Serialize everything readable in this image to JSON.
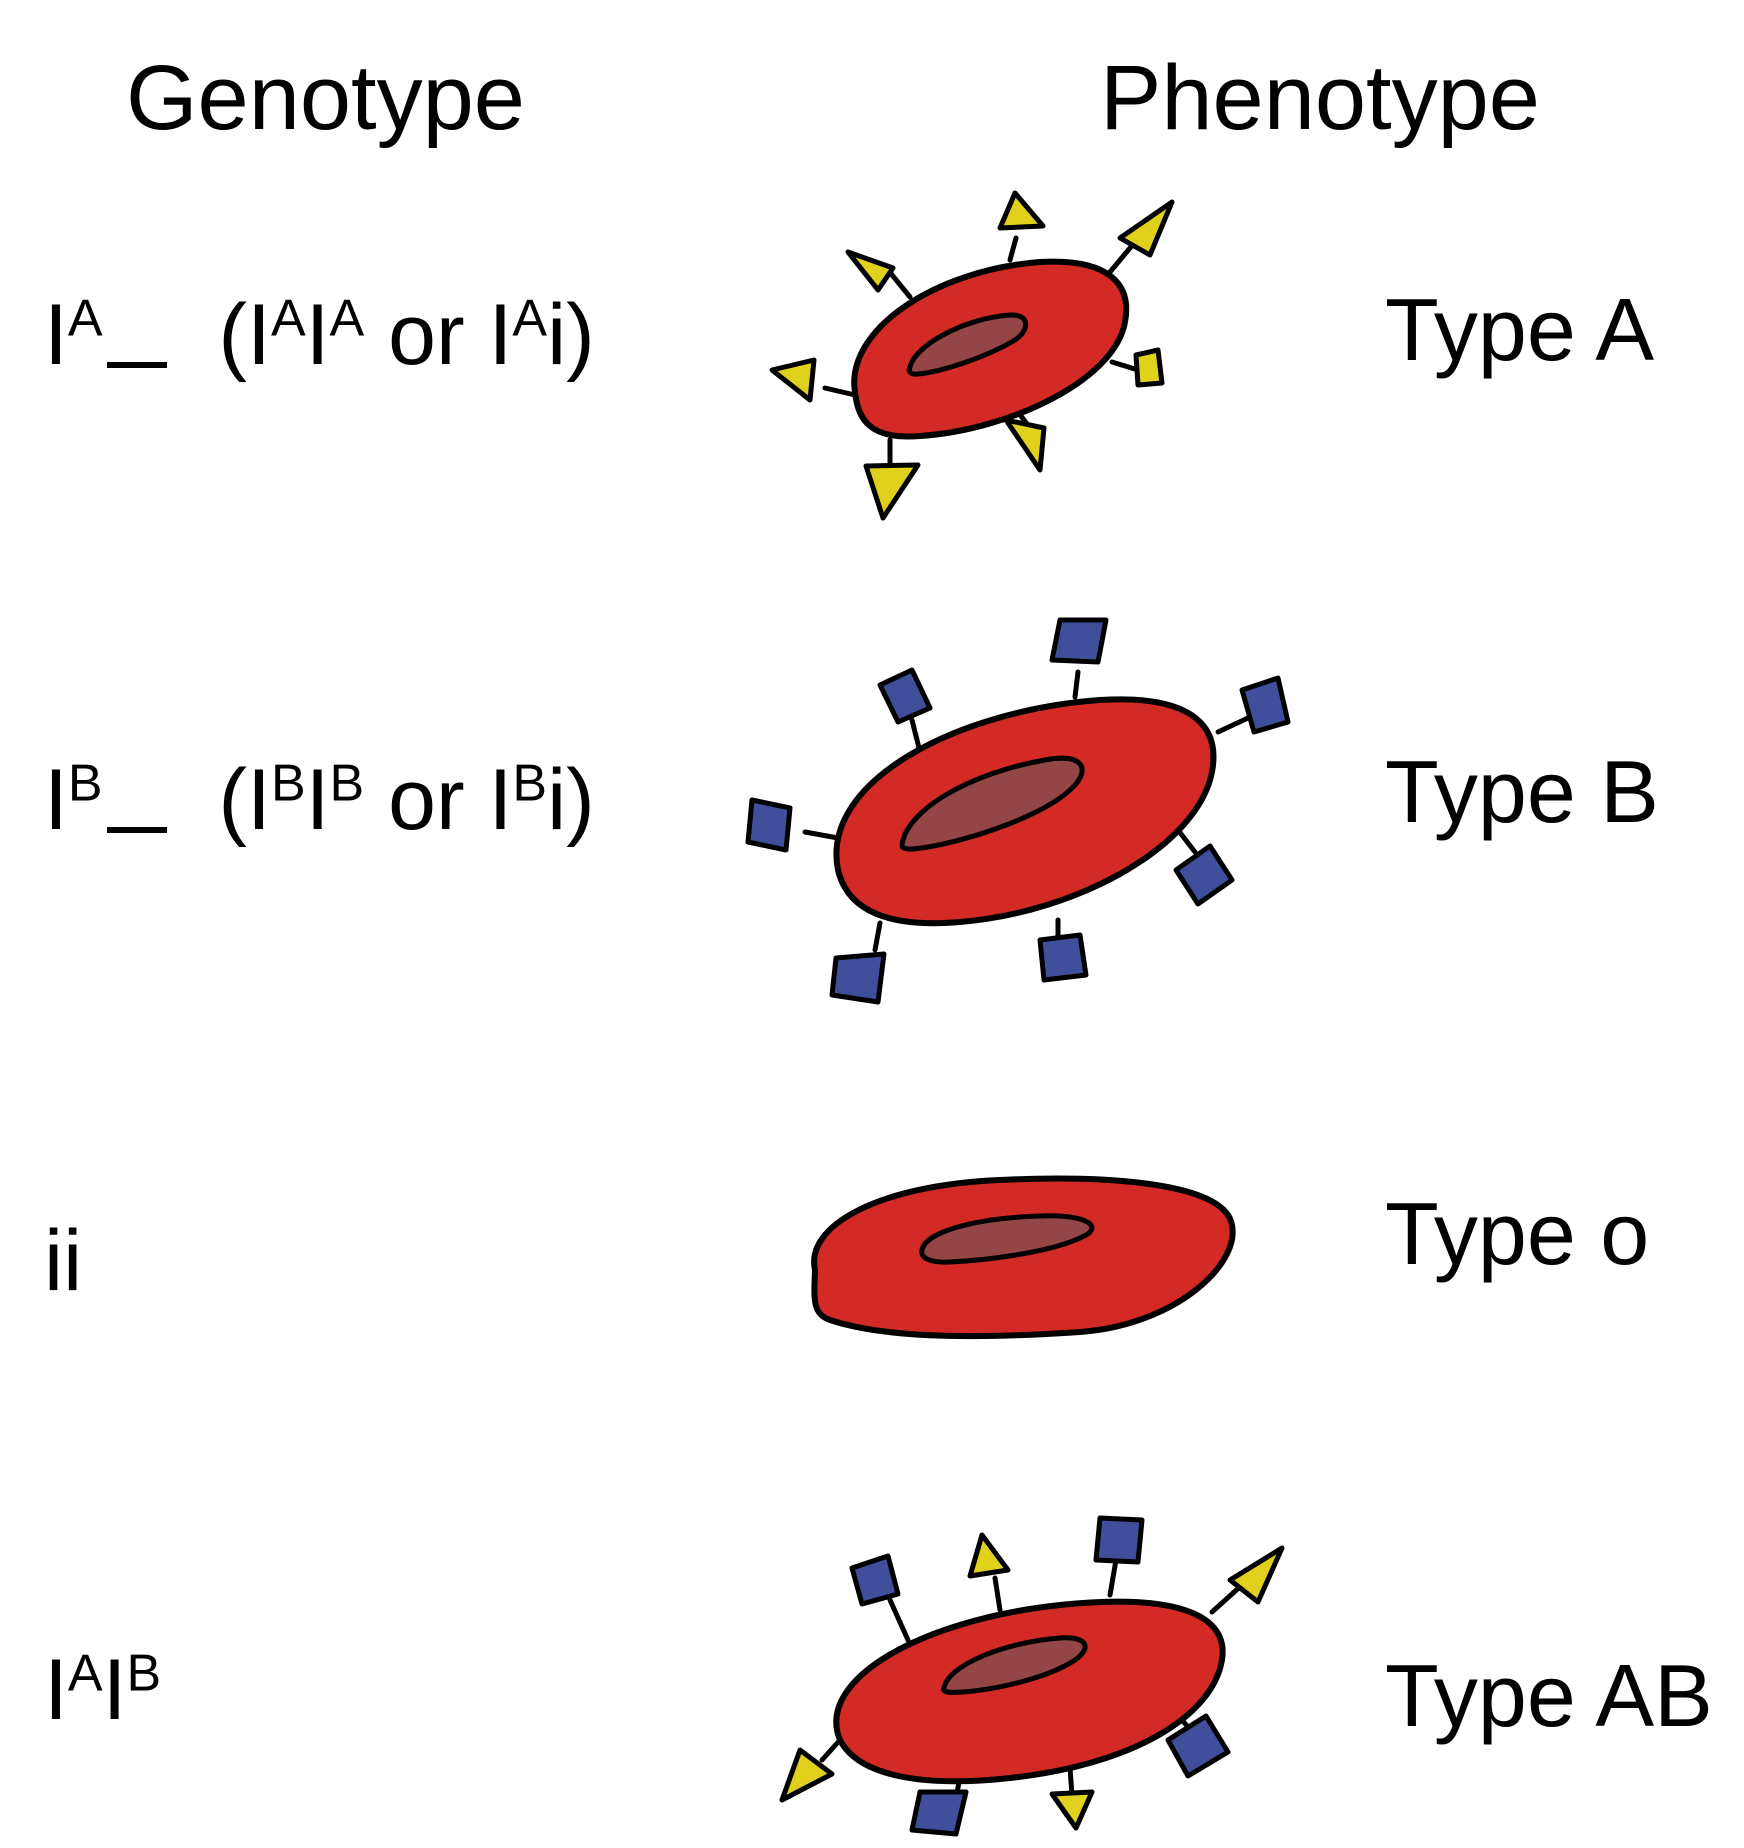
{
  "headers": {
    "genotype": "Genotype",
    "phenotype": "Phenotype"
  },
  "rows": [
    {
      "geno_main": "I",
      "geno_sup": "A",
      "geno_alt": {
        "open": "(",
        "i1": "I",
        "s1": "A",
        "i2": "I",
        "s2": "A",
        "or": " or ",
        "i3": "I",
        "s3": "A",
        "tail": "i)"
      },
      "phenotype": "Type A"
    },
    {
      "geno_main": "I",
      "geno_sup": "B",
      "geno_alt": {
        "open": "(",
        "i1": "I",
        "s1": "B",
        "i2": "I",
        "s2": "B",
        "or": " or ",
        "i3": "I",
        "s3": "B",
        "tail": "i)"
      },
      "phenotype": "Type B"
    },
    {
      "geno_text": "ii",
      "phenotype": "Type o"
    },
    {
      "geno_i1": "I",
      "geno_s1": "A",
      "geno_i2": "I",
      "geno_s2": "B",
      "phenotype": "Type AB"
    }
  ],
  "colors": {
    "cell_fill": "#d42a25",
    "nucleus_fill": "#944646",
    "outline": "#000000",
    "antigen_a": "#e0d11c",
    "antigen_b": "#3f4f9b"
  },
  "icons": {
    "antigen_a": "yellow-triangle-antigen",
    "antigen_b": "blue-square-antigen"
  }
}
